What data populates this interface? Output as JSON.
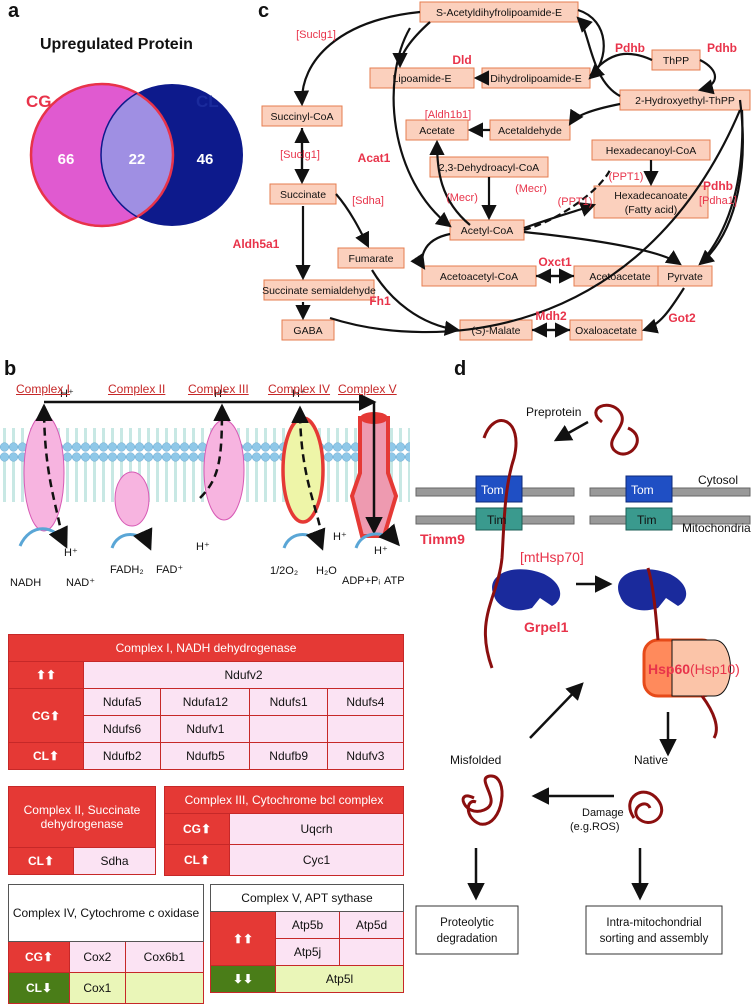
{
  "panel_a": {
    "letter": "a",
    "title": "Upregulated Protein",
    "left_label": "CG",
    "right_label": "CL",
    "left_only": "66",
    "overlap": "22",
    "right_only": "46",
    "colors": {
      "cg": "#e05ad0",
      "cl": "#0d1a8c",
      "overlap": "#9f8fe3",
      "label_cg": "#e8334a",
      "label_cl": "#1a2a9c"
    }
  },
  "panel_b": {
    "letter": "b",
    "complexes": [
      "Complex I",
      "Complex II",
      "Complex III",
      "Complex IV",
      "Complex V"
    ],
    "labels": {
      "h_top1": "H⁺",
      "h_top3": "H⁺",
      "h_top4": "H⁺",
      "h_bot1": "H⁺",
      "h_bot3": "H⁺",
      "h_bot4": "H⁺",
      "h_bot5": "H⁺",
      "nadh": "NADH",
      "nad": "NAD⁺",
      "fadh2": "FADH₂",
      "fad": "FAD⁺",
      "o2": "1/2O₂",
      "h2o": "H₂O",
      "adp": "ADP+Pᵢ",
      "atp": "ATP"
    },
    "tables": {
      "t1": {
        "title": "Complex I, NADH dehydrogenase",
        "row_both_tag": "⬆⬆",
        "row_both": [
          "Ndufv2"
        ],
        "cg_tag": "CG⬆",
        "cg_row1": [
          "Ndufa5",
          "Ndufa12",
          "Ndufs1",
          "Ndufs4"
        ],
        "cg_row2": [
          "Ndufs6",
          "Ndufv1",
          "",
          ""
        ],
        "cl_tag": "CL⬆",
        "cl_row": [
          "Ndufb2",
          "Ndufb5",
          "Ndufb9",
          "Ndufv3"
        ]
      },
      "t2": {
        "title": "Complex II, Succinate dehydrogenase",
        "cl_tag": "CL⬆",
        "cl": "Sdha"
      },
      "t3": {
        "title": "Complex III, Cytochrome bcl complex",
        "cg_tag": "CG⬆",
        "cg": "Uqcrh",
        "cl_tag": "CL⬆",
        "cl": "Cyc1"
      },
      "t4": {
        "title": "Complex IV, Cytochrome c oxidase",
        "cg_tag": "CG⬆",
        "cg1": "Cox2",
        "cg2": "Cox6b1",
        "cl_tag": "CL⬇",
        "cl": "Cox1"
      },
      "t5": {
        "title": "Complex V, APT sythase",
        "up_tag": "⬆⬆",
        "up1": "Atp5b",
        "up2": "Atp5d",
        "up3": "Atp5j",
        "down_tag": "⬇⬇",
        "down": "Atp5l"
      }
    }
  },
  "panel_c": {
    "letter": "c",
    "nodes": {
      "sadl": "S-Acetyldihyfrolipoamide-E",
      "lipo": "Lipoamide-E",
      "dihy": "Dihydrolipoamide-E",
      "thpp": "ThPP",
      "hthpp": "2-Hydroxyethyl-ThPP",
      "succoa": "Succinyl-CoA",
      "acetate": "Acetate",
      "acetald": "Acetaldehyde",
      "dehy": "2,3-Dehydroacyl-CoA",
      "hexcoa": "Hexadecanoyl-CoA",
      "succinate": "Succinate",
      "hexa1": "Hexadecanoate",
      "hexa2": "(Fatty acid)",
      "fumarate": "Fumarate",
      "acetylcoa": "Acetyl-CoA",
      "ssa": "Succinate semialdehyde",
      "acacoa": "Acetoacetyl-CoA",
      "acac": "Acetoacetate",
      "pyr": "Pyrvate",
      "gaba": "GABA",
      "malate": "(S)-Malate",
      "oxal": "Oxaloacetate"
    },
    "enzymes": {
      "suclg1a": "[Suclg1]",
      "dld": "Dld",
      "pdhb1": "Pdhb",
      "pdhb2": "Pdhb",
      "aldh1b1": "[Aldh1b1]",
      "suclg1b": "[Suclg1]",
      "acat1": "Acat1",
      "mecr1": "(Mecr)",
      "mecr2": "(Mecr)",
      "ppt1a": "(PPT1)",
      "ppt1b": "(PPT1)",
      "sdha": "[Sdha]",
      "pdhb3": "Pdhb",
      "pdha1": "[Pdha1]",
      "aldh5a1": "Aldh5a1",
      "oxct1": "Oxct1",
      "fh1": "Fh1",
      "mdh2": "Mdh2",
      "got2": "Got2"
    }
  },
  "panel_d": {
    "letter": "d",
    "preprotein": "Preprotein",
    "cytosol": "Cytosol",
    "mitochondria": "Mitochondria",
    "tom1": "Tom",
    "tom2": "Tom",
    "tim1": "Tim",
    "tim2": "Tim",
    "timm9": "Timm9",
    "mthsp70": "[mtHsp70]",
    "grpel1": "Grpel1",
    "hsp60": "Hsp60",
    "hsp10": "(Hsp10)",
    "misfolded": "Misfolded",
    "native": "Native",
    "damage1": "Damage",
    "damage2": "(e.g.ROS)",
    "proteo1": "Proteolytic",
    "proteo2": "degradation",
    "intra1": "Intra-mitochondrial",
    "intra2": "sorting and assembly"
  }
}
